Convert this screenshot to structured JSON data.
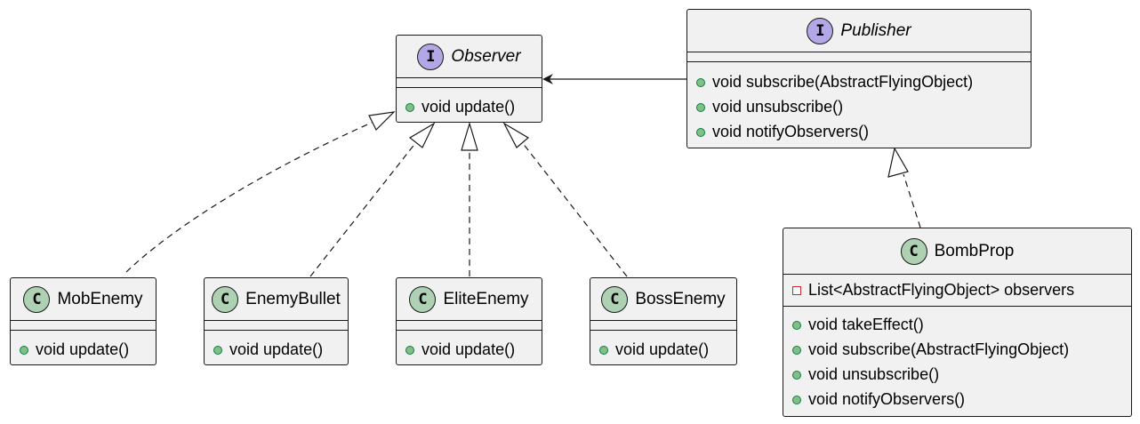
{
  "observer": {
    "stereotype": "I",
    "name": "Observer",
    "methods": [
      "void update()"
    ]
  },
  "publisher": {
    "stereotype": "I",
    "name": "Publisher",
    "methods": [
      "void subscribe(AbstractFlyingObject)",
      "void unsubscribe()",
      "void notifyObservers()"
    ]
  },
  "mob_enemy": {
    "stereotype": "C",
    "name": "MobEnemy",
    "methods": [
      "void update()"
    ]
  },
  "enemy_bullet": {
    "stereotype": "C",
    "name": "EnemyBullet",
    "methods": [
      "void update()"
    ]
  },
  "elite_enemy": {
    "stereotype": "C",
    "name": "EliteEnemy",
    "methods": [
      "void update()"
    ]
  },
  "boss_enemy": {
    "stereotype": "C",
    "name": "BossEnemy",
    "methods": [
      "void update()"
    ]
  },
  "bomb_prop": {
    "stereotype": "C",
    "name": "BombProp",
    "fields": [
      "List<AbstractFlyingObject> observers"
    ],
    "methods": [
      "void takeEffect()",
      "void subscribe(AbstractFlyingObject)",
      "void unsubscribe()",
      "void notifyObservers()"
    ]
  },
  "colors": {
    "interface_badge": "#b4a7e5",
    "class_badge": "#add1b2",
    "box_fill": "#f1f1f1",
    "line": "#181818",
    "public_dot": "#84be84",
    "private_marker": "#c82930"
  }
}
